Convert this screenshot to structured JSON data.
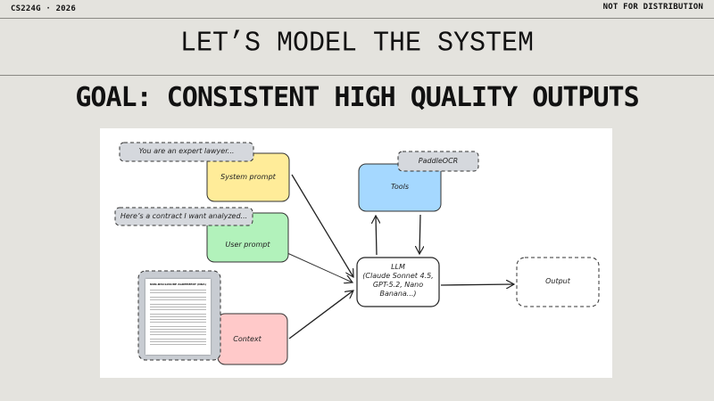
{
  "header": {
    "course": "CS224G · 2026",
    "notice": "NOT FOR DISTRIBUTION"
  },
  "slide": {
    "title": "LET’S MODEL THE SYSTEM",
    "goal": "GOAL: CONSISTENT HIGH QUALITY OUTPUTS"
  },
  "diagram": {
    "nodes": {
      "system_prompt": {
        "label": "System prompt",
        "color": "#ffec99",
        "example": "You are an expert lawyer..."
      },
      "user_prompt": {
        "label": "User prompt",
        "color": "#b2f2bb",
        "example": "Here’s a contract I want analyzed..."
      },
      "context": {
        "label": "Context",
        "color": "#ffc9c9",
        "document_title": "NON-DISCLOSURE AGREEMENT (NDA)"
      },
      "tools": {
        "label": "Tools",
        "color": "#a5d8ff",
        "example": "PaddleOCR"
      },
      "llm": {
        "label_line1": "LLM",
        "label_line2": "(Claude Sonnet 4.5,",
        "label_line3": "GPT-5.2, Nano",
        "label_line4": "Banana...)",
        "color": "#ffffff"
      },
      "output": {
        "label": "Output"
      }
    },
    "note_color": "#d5d8dd"
  }
}
